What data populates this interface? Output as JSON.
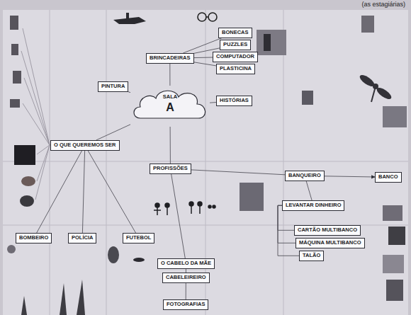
{
  "diagram": {
    "nodes": [
      {
        "text": [
          "SALA",
          "A"
        ]
      },
      {
        "text": [
          "O QUE QUEREMOS SER"
        ]
      },
      {
        "text": [
          "BRINCADEIRAS"
        ]
      },
      {
        "text": [
          "BONECAS"
        ]
      },
      {
        "text": [
          "PUZZLES"
        ]
      },
      {
        "text": [
          "COMPUTADOR"
        ]
      },
      {
        "text": [
          "PLASTICINA"
        ]
      },
      {
        "text": [
          "HISTÓRIAS"
        ]
      },
      {
        "text": [
          "PINTURA"
        ]
      },
      {
        "text": [
          "PROFISSÕES"
        ]
      },
      {
        "text": [
          "BANQUEIRO"
        ]
      },
      {
        "text": [
          "LEVANTAR DINHEIRO"
        ]
      },
      {
        "text": [
          "CARTÃO MULTIBANCO"
        ]
      },
      {
        "text": [
          "MÁQUINA MULTIBANCO"
        ]
      },
      {
        "text": [
          "TALÃO"
        ]
      },
      {
        "text": [
          "BANCO"
        ]
      },
      {
        "text": [
          "O CABELO DA MÃE"
        ]
      },
      {
        "text": [
          "CABELEIREIRO"
        ]
      },
      {
        "text": [
          "FOTOGRAFIAS"
        ]
      },
      {
        "text": [
          "BOMBEIRO"
        ]
      },
      {
        "text": [
          "POLÍCIA"
        ]
      },
      {
        "text": [
          "FUTEBOL"
        ]
      }
    ],
    "edges": [
      {
        "from": 0,
        "to": 2,
        "arrow": "none"
      },
      {
        "from": 2,
        "to": 3,
        "arrow": "none"
      },
      {
        "from": 2,
        "to": 4,
        "arrow": "none"
      },
      {
        "from": 2,
        "to": 5,
        "arrow": "none"
      },
      {
        "from": 2,
        "to": 6,
        "arrow": "none"
      },
      {
        "from": 0,
        "to": 8,
        "arrow": "none"
      },
      {
        "from": 0,
        "to": 7,
        "arrow": "none"
      },
      {
        "from": 0,
        "to": 1,
        "arrow": "none"
      },
      {
        "from": 0,
        "to": 9,
        "arrow": "none"
      },
      {
        "from": 1,
        "to": 19,
        "arrow": "none"
      },
      {
        "from": 1,
        "to": 20,
        "arrow": "none"
      },
      {
        "from": 1,
        "to": 21,
        "arrow": "none"
      },
      {
        "from": 9,
        "to": 10,
        "arrow": "none"
      },
      {
        "from": 10,
        "to": 15,
        "arrow": "to"
      },
      {
        "from": 10,
        "to": 11,
        "arrow": "none"
      },
      {
        "from": 11,
        "to": 12,
        "arrow": "none"
      },
      {
        "from": 11,
        "to": 13,
        "arrow": "none"
      },
      {
        "from": 11,
        "to": 14,
        "arrow": "none"
      },
      {
        "from": 9,
        "to": 16,
        "arrow": "none"
      },
      {
        "from": 16,
        "to": 17,
        "arrow": "none"
      },
      {
        "from": 17,
        "to": 18,
        "arrow": "none"
      }
    ],
    "labels": [
      "(as estagiárias)"
    ]
  }
}
